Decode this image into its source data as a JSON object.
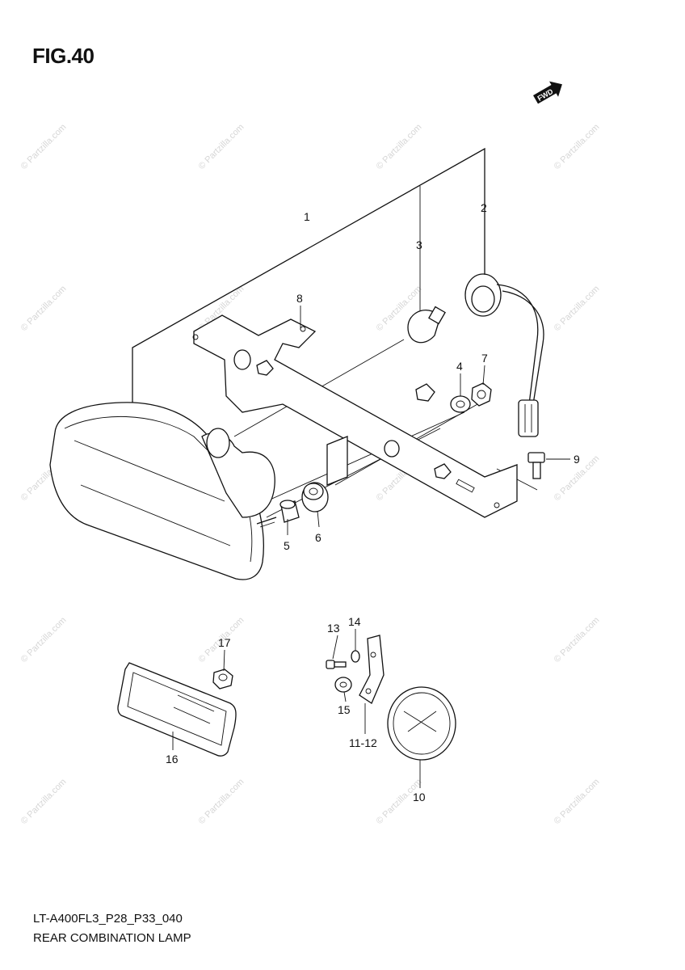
{
  "figure": {
    "label": "FIG.40"
  },
  "footer": {
    "code": "LT-A400FL3_P28_P33_040",
    "name": "REAR COMBINATION LAMP"
  },
  "direction_badge": "FWD",
  "watermark": "© Partzilla.com",
  "callouts": [
    {
      "id": "1",
      "label": "1"
    },
    {
      "id": "2",
      "label": "2"
    },
    {
      "id": "3",
      "label": "3"
    },
    {
      "id": "4",
      "label": "4"
    },
    {
      "id": "5",
      "label": "5"
    },
    {
      "id": "6",
      "label": "6"
    },
    {
      "id": "7",
      "label": "7"
    },
    {
      "id": "8",
      "label": "8"
    },
    {
      "id": "9",
      "label": "9"
    },
    {
      "id": "10",
      "label": "10"
    },
    {
      "id": "11-12",
      "label": "11-12"
    },
    {
      "id": "13",
      "label": "13"
    },
    {
      "id": "14",
      "label": "14"
    },
    {
      "id": "15",
      "label": "15"
    },
    {
      "id": "16",
      "label": "16"
    },
    {
      "id": "17",
      "label": "17"
    }
  ]
}
